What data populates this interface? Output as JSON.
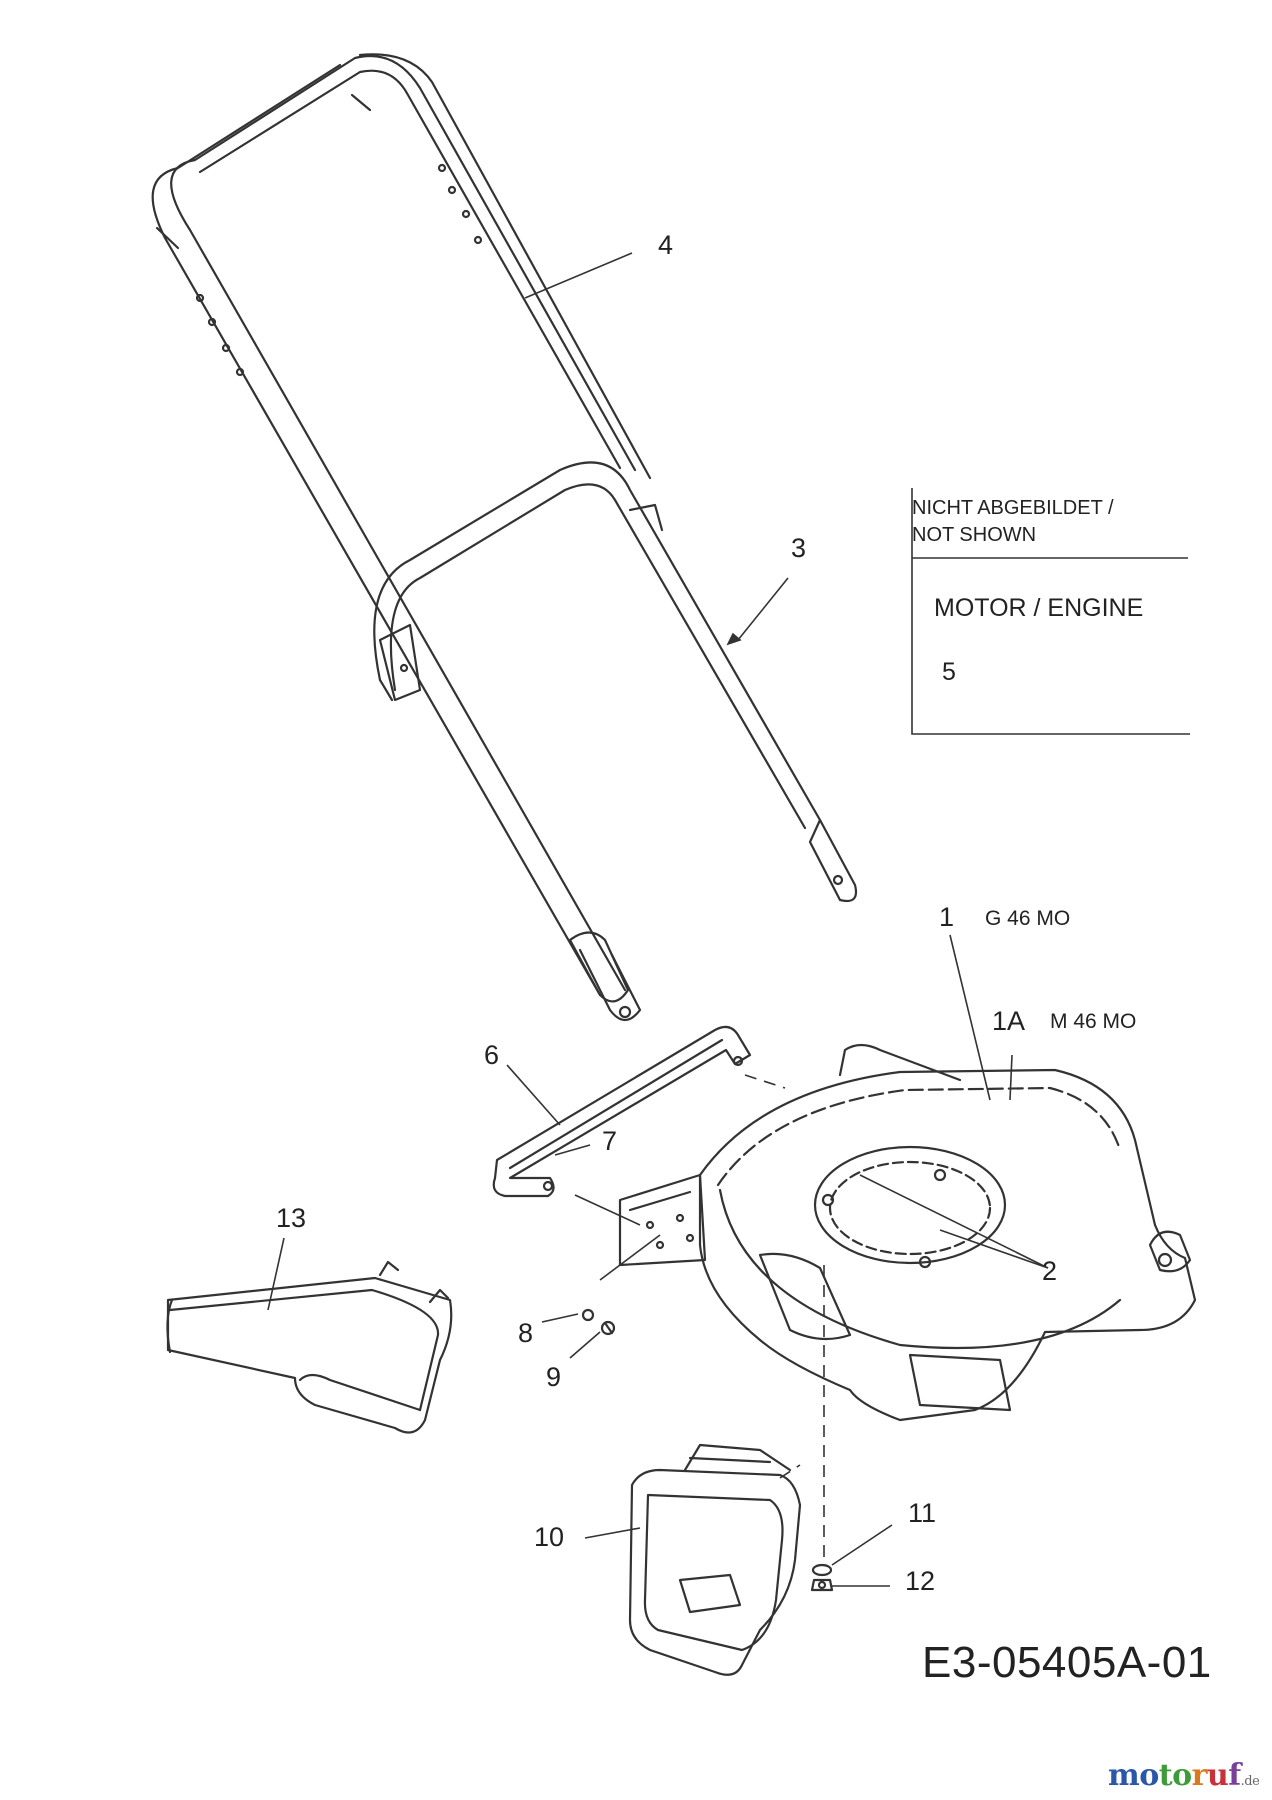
{
  "notice_box": {
    "header_line1": "NICHT ABGEBILDET /",
    "header_line2": "NOT SHOWN",
    "engine_label": "MOTOR / ENGINE",
    "engine_number": "5"
  },
  "callouts": {
    "c1": "1",
    "c1_model": "G 46 MO",
    "c1a": "1A",
    "c1a_model": "M 46 MO",
    "c2": "2",
    "c3": "3",
    "c4": "4",
    "c6": "6",
    "c7": "7",
    "c8": "8",
    "c9": "9",
    "c10": "10",
    "c11": "11",
    "c12": "12",
    "c13": "13"
  },
  "drawing_code": "E3-05405A-01",
  "logo": {
    "m": "m",
    "o1": "o",
    "t": "t",
    "o2": "o",
    "r": "r",
    "u": "u",
    "f": "f",
    "domain": ".de"
  }
}
